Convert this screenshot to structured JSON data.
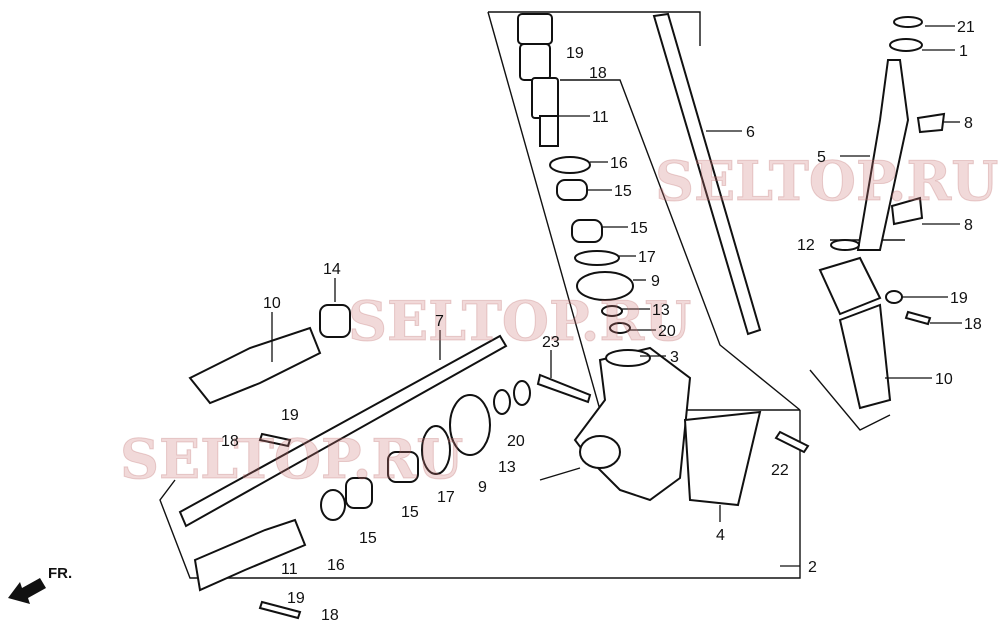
{
  "diagram": {
    "title": "Steering shaft / gearbox parts diagram",
    "watermark": "SELTOP.RU",
    "direction_marker": "FR.",
    "callouts": [
      "21",
      "1",
      "19",
      "18",
      "11",
      "6",
      "8",
      "5",
      "16",
      "15",
      "8",
      "15",
      "12",
      "17",
      "14",
      "9",
      "19",
      "10",
      "13",
      "7",
      "18",
      "20",
      "23",
      "3",
      "10",
      "19",
      "18",
      "20",
      "22",
      "13",
      "9",
      "17",
      "15",
      "15",
      "4",
      "16",
      "11",
      "2",
      "19",
      "18"
    ]
  }
}
